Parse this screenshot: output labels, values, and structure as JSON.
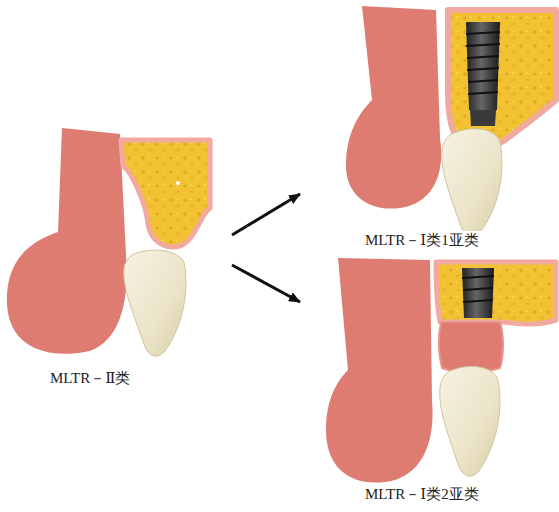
{
  "diagram": {
    "nodes": [
      {
        "text": [
          "MLTR－Ⅱ类"
        ]
      },
      {
        "text": [
          "MLTR－Ⅰ类1亚类"
        ]
      },
      {
        "text": [
          "MLTR－Ⅰ类2亚类"
        ]
      }
    ],
    "edges": [
      {
        "from": 0,
        "to": 1,
        "arrow": "to"
      },
      {
        "from": 0,
        "to": 2,
        "arrow": "to"
      }
    ]
  }
}
